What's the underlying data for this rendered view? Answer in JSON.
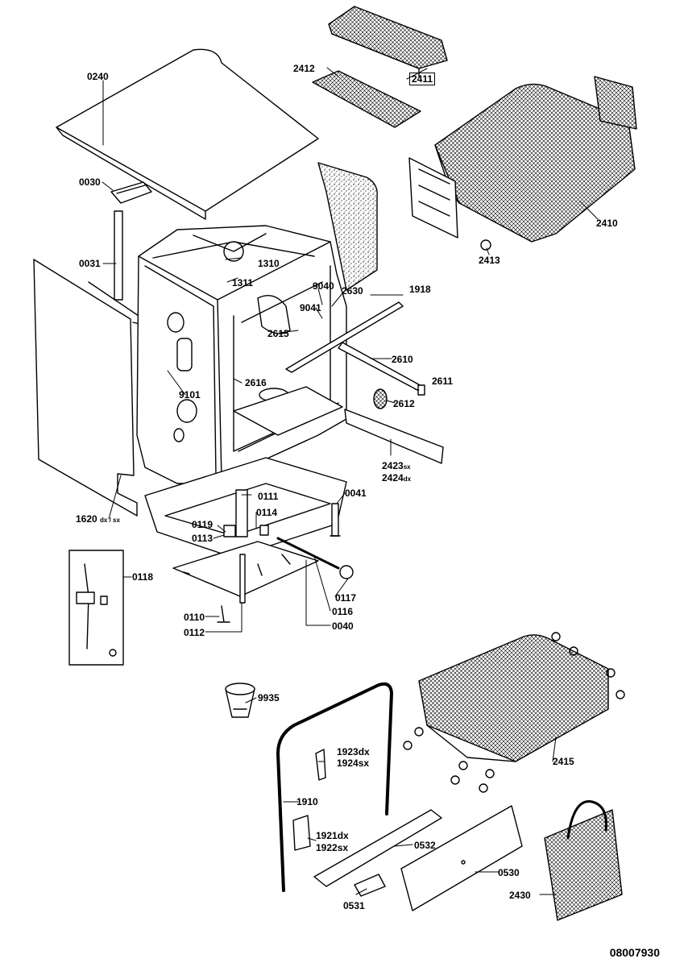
{
  "diagram": {
    "document_number": "08007930",
    "parts": {
      "p0240": "0240",
      "p0030": "0030",
      "p0031": "0031",
      "p1620": "1620",
      "p1620_suffix": "dx / sx",
      "p1310": "1310",
      "p1311": "1311",
      "p9040": "9040",
      "p9041": "9041",
      "p2630": "2630",
      "p2615": "2615",
      "p1918": "1918",
      "p2610": "2610",
      "p2611": "2611",
      "p2612": "2612",
      "p2616": "2616",
      "p9101": "9101",
      "p2423": "2423",
      "p2423_suffix": "sx",
      "p2424": "2424",
      "p2424_suffix": "dx",
      "p0041": "0041",
      "p0111": "0111",
      "p0114": "0114",
      "p0119": "0119",
      "p0113": "0113",
      "p0118": "0118",
      "p0117": "0117",
      "p0116": "0116",
      "p0040": "0040",
      "p0110": "0110",
      "p0112": "0112",
      "p2412": "2412",
      "p2411": "2411",
      "p2410": "2410",
      "p2413": "2413",
      "p9935": "9935",
      "p1923": "1923",
      "p1923_suffix": "dx",
      "p1924": "1924",
      "p1924_suffix": "sx",
      "p1910": "1910",
      "p1921": "1921",
      "p1921_suffix": "dx",
      "p1922": "1922",
      "p1922_suffix": "sx",
      "p0532": "0532",
      "p0531": "0531",
      "p0530": "0530",
      "p2415": "2415",
      "p2430": "2430"
    }
  }
}
